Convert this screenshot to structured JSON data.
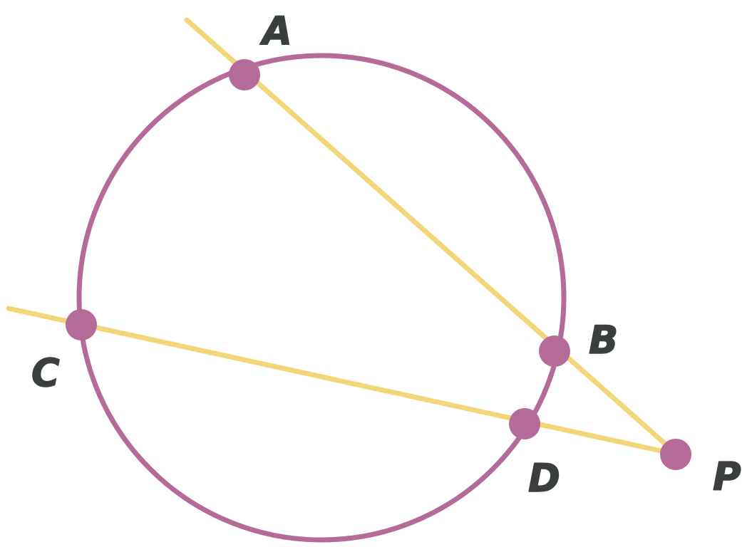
{
  "colors": {
    "circle": "#b56b98",
    "point": "#b56b98",
    "line": "#f3d57a",
    "label": "#3a3f3d",
    "background": "#ffffff"
  },
  "points": {
    "A": {
      "label": "A"
    },
    "B": {
      "label": "B"
    },
    "C": {
      "label": "C"
    },
    "D": {
      "label": "D"
    },
    "P": {
      "label": "P"
    }
  }
}
